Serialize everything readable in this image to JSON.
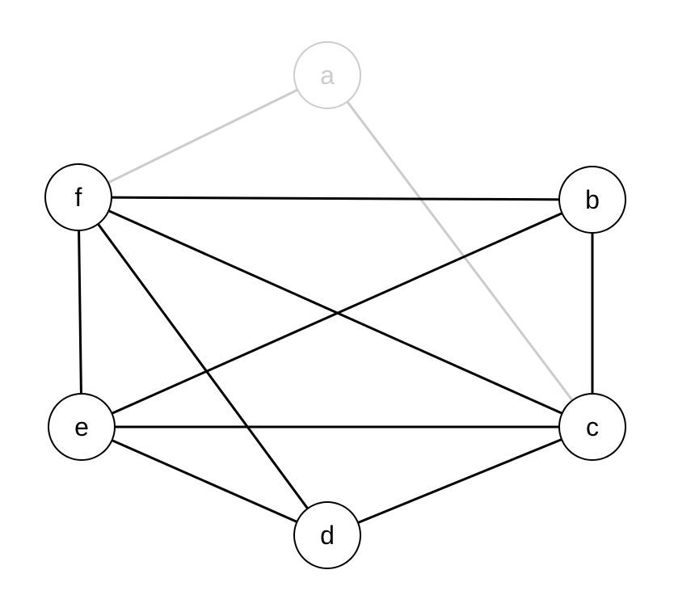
{
  "colors": {
    "active": "#000000",
    "faded": "#cccccc",
    "background": "#ffffff"
  },
  "graph": {
    "nodes": [
      {
        "id": "a",
        "label": "a",
        "style": "faded"
      },
      {
        "id": "b",
        "label": "b",
        "style": "active"
      },
      {
        "id": "c",
        "label": "c",
        "style": "active"
      },
      {
        "id": "d",
        "label": "d",
        "style": "active"
      },
      {
        "id": "e",
        "label": "e",
        "style": "active"
      },
      {
        "id": "f",
        "label": "f",
        "style": "active"
      }
    ],
    "edges": [
      {
        "from": "a",
        "to": "f",
        "style": "faded"
      },
      {
        "from": "a",
        "to": "c",
        "style": "faded"
      },
      {
        "from": "f",
        "to": "b",
        "style": "active"
      },
      {
        "from": "f",
        "to": "c",
        "style": "active"
      },
      {
        "from": "f",
        "to": "d",
        "style": "active"
      },
      {
        "from": "f",
        "to": "e",
        "style": "active"
      },
      {
        "from": "b",
        "to": "c",
        "style": "active"
      },
      {
        "from": "b",
        "to": "e",
        "style": "active"
      },
      {
        "from": "e",
        "to": "c",
        "style": "active"
      },
      {
        "from": "e",
        "to": "d",
        "style": "active"
      },
      {
        "from": "d",
        "to": "c",
        "style": "active"
      }
    ]
  }
}
